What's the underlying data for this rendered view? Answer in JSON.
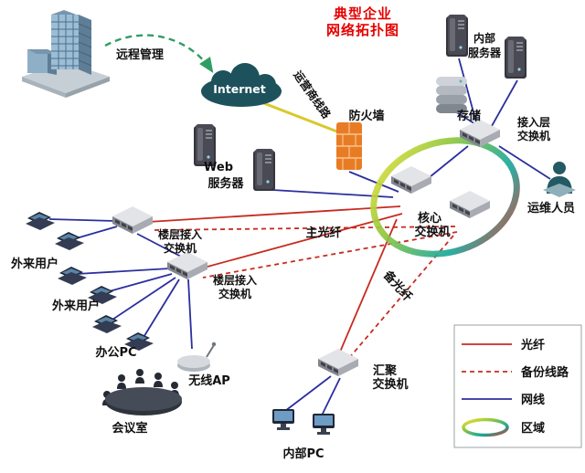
{
  "title": {
    "line1": "典型企业",
    "line2": "网络拓扑图"
  },
  "nodes": {
    "remote_management": {
      "label": "远程管理"
    },
    "internet": {
      "label": "Internet"
    },
    "carrier_line": {
      "label": "运营商线路"
    },
    "firewall": {
      "label": "防火墙"
    },
    "web_server": {
      "label_line1": "Web",
      "label_line2": "服务器"
    },
    "internal_server": {
      "label_line1": "内部",
      "label_line2": "服务器"
    },
    "storage": {
      "label": "存储"
    },
    "access_layer_switch": {
      "label_line1": "接入层",
      "label_line2": "交换机"
    },
    "ops_staff": {
      "label": "运维人员"
    },
    "core_switch": {
      "label_line1": "核心",
      "label_line2": "交换机"
    },
    "main_fiber": {
      "label": "主光纤"
    },
    "backup_fiber": {
      "label": "备光纤"
    },
    "floor_switch_1": {
      "label_line1": "楼层接入",
      "label_line2": "交换机"
    },
    "floor_switch_2": {
      "label_line1": "楼层接入",
      "label_line2": "交换机"
    },
    "external_user_1": {
      "label": "外来用户"
    },
    "external_user_2": {
      "label": "外来用户"
    },
    "office_pc": {
      "label": "办公PC"
    },
    "wireless_ap": {
      "label": "无线AP"
    },
    "meeting_room": {
      "label": "会议室"
    },
    "aggregation_switch": {
      "label_line1": "汇聚",
      "label_line2": "交换机"
    },
    "internal_pc": {
      "label": "内部PC"
    }
  },
  "legend": {
    "fiber": "光纤",
    "backup_line": "备份线路",
    "network_cable": "网线",
    "zone": "区域"
  },
  "colors": {
    "title_red": "#e60000",
    "fiber_red": "#c72b20",
    "network_blue": "#2b2f9e",
    "carrier_yellow": "#d9c82e",
    "firewall_orange": "#e87c24",
    "internet_teal": "#1d525c",
    "remote_arrow_green": "#2f9e63"
  }
}
